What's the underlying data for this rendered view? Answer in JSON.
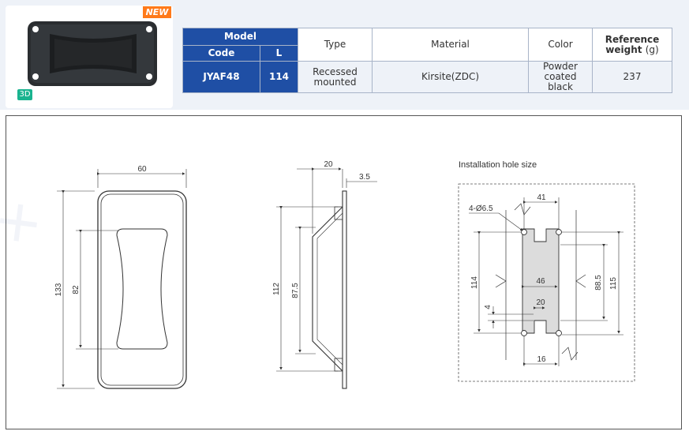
{
  "badges": {
    "new": "NEW",
    "three_d": "3D"
  },
  "table": {
    "model_header": "Model",
    "code_header": "Code",
    "l_header": "L",
    "type_header": "Type",
    "material_header": "Material",
    "color_header": "Color",
    "weight_header": "Reference weight",
    "weight_unit": "(g)",
    "row": {
      "code": "JYAF48",
      "l": "114",
      "type": "Recessed mounted",
      "material": "Kirsite(ZDC)",
      "color": "Powder coated black",
      "weight": "237"
    }
  },
  "drawing": {
    "front": {
      "width": "60",
      "height": "133",
      "grip_height": "82"
    },
    "side": {
      "depth": "20",
      "flange": "3.5",
      "height": "112",
      "inner_height": "87.5"
    },
    "hole": {
      "title": "Installation hole size",
      "holes": "4-Ø6.5",
      "top_width": "41",
      "cutout_width": "46",
      "slot_width": "20",
      "bottom_width": "16",
      "height": "114",
      "slot_height": "4",
      "inner_height": "88.5",
      "outer_height": "115"
    }
  },
  "colors": {
    "header_blue": "#1f4fa5",
    "new_badge": "#ff7a1a",
    "badge_3d": "#19b38f",
    "band": "#eef2f8"
  }
}
